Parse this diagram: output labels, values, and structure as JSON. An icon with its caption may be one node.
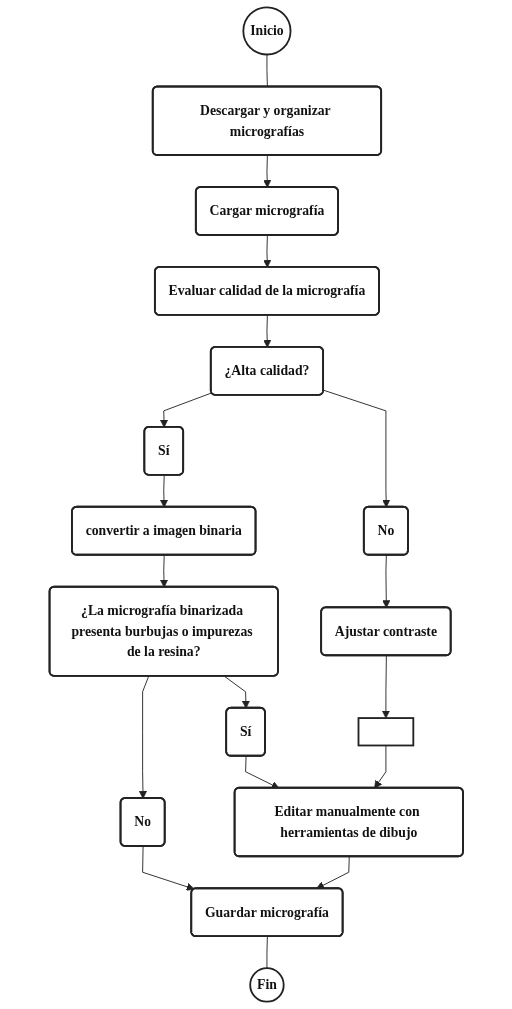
{
  "diagram": {
    "nodes": [
      {
        "text": [
          "Inicio"
        ]
      },
      {
        "text": [
          "Descargar y organizar micrografías"
        ]
      },
      {
        "text": [
          "Cargar micrografía"
        ]
      },
      {
        "text": [
          "Evaluar calidad de la micrografía"
        ]
      },
      {
        "text": [
          "¿Alta calidad?"
        ]
      },
      {
        "text": [
          "Sí"
        ]
      },
      {
        "text": [
          "No"
        ]
      },
      {
        "text": [
          "convertir a imagen binaria"
        ]
      },
      {
        "text": [
          "Ajustar contraste"
        ]
      },
      {
        "text": [],
        "shape": "box"
      },
      {
        "text": [
          "¿La micrografía binarizada presenta burbujas o impurezas de la resina?"
        ]
      },
      {
        "text": [
          "No"
        ]
      },
      {
        "text": [
          "Sí"
        ]
      },
      {
        "text": [
          "Editar manualmente con herramientas de dibujo"
        ]
      },
      {
        "text": [
          "Guardar micrografía"
        ]
      },
      {
        "text": [
          "Fin"
        ]
      }
    ],
    "edges": [
      {
        "from": 0,
        "to": 1,
        "arrow": "none"
      },
      {
        "from": 1,
        "to": 2,
        "arrow": "to"
      },
      {
        "from": 2,
        "to": 3,
        "arrow": "to"
      },
      {
        "from": 3,
        "to": 4,
        "arrow": "to"
      },
      {
        "from": 4,
        "to": 5,
        "arrow": "to"
      },
      {
        "from": 4,
        "to": 6,
        "arrow": "to"
      },
      {
        "from": 5,
        "to": 7,
        "arrow": "to"
      },
      {
        "from": 6,
        "to": 8,
        "arrow": "to"
      },
      {
        "from": 7,
        "to": 10,
        "arrow": "to"
      },
      {
        "from": 8,
        "to": 9,
        "arrow": "to"
      },
      {
        "from": 10,
        "to": 11,
        "arrow": "to"
      },
      {
        "from": 10,
        "to": 12,
        "arrow": "to"
      },
      {
        "from": 12,
        "to": 13,
        "arrow": "to"
      },
      {
        "from": 9,
        "to": 13,
        "arrow": "to"
      },
      {
        "from": 11,
        "to": 14,
        "arrow": "to"
      },
      {
        "from": 13,
        "to": 14,
        "arrow": "to"
      },
      {
        "from": 14,
        "to": 15,
        "arrow": "none"
      }
    ]
  }
}
